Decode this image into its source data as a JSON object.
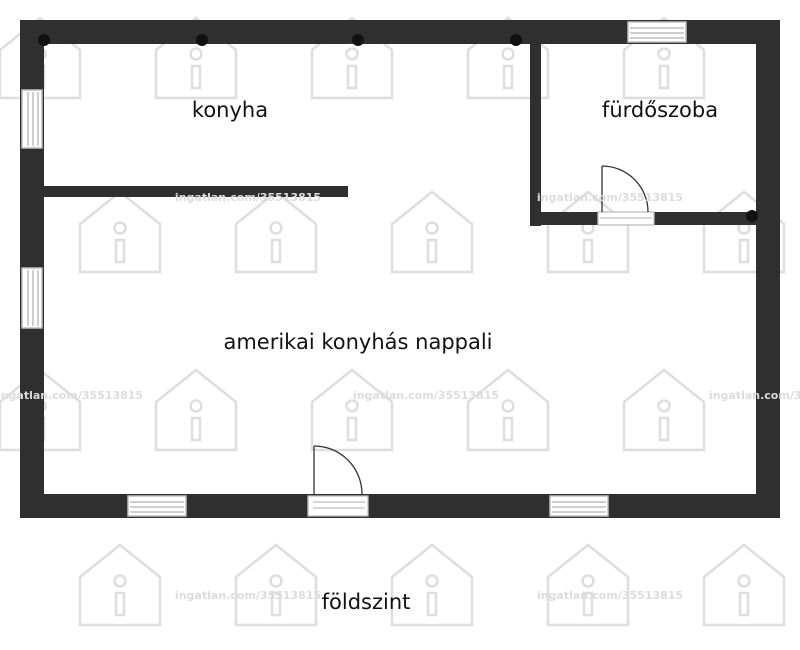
{
  "floor_label": "földszint",
  "rooms": [
    {
      "id": "kitchen",
      "label": "konyha"
    },
    {
      "id": "bathroom",
      "label": "fürdőszoba"
    },
    {
      "id": "living",
      "label": "amerikai konyhás nappali"
    }
  ],
  "watermark": {
    "text": "ingatlan.com/35513815",
    "logo": "house-i-logo-icon"
  },
  "colors": {
    "wall": "#2f2f2f",
    "window_frame": "#c8c8c8",
    "watermark": "#dcdcdc",
    "text": "#111111"
  }
}
